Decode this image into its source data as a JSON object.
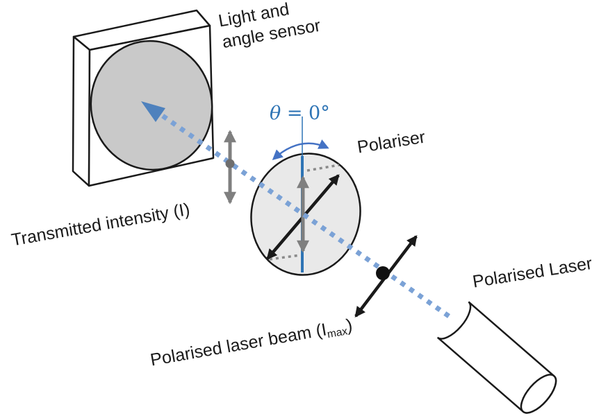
{
  "labels": {
    "sensor_line1": "Light and",
    "sensor_line2": "angle sensor",
    "transmitted_intensity": "Transmitted intensity (I)",
    "polariser": "Polariser",
    "theta": {
      "symbol": "θ",
      "rest": " = 0°"
    },
    "beam": {
      "prefix": "Polarised laser beam (I",
      "subscript": "max",
      "suffix": ")"
    },
    "laser": "Polarised Laser"
  },
  "colors": {
    "beam_dash_blue": "#7BA2D6",
    "beam_arrowhead_blue": "#4E81BD",
    "accent_blue": "#2E74B5",
    "arc_blue": "#4472C4",
    "gray_arrow": "#7F7F7F",
    "sensor_face_gray": "#C9C9C9",
    "polariser_face_gray": "#E9E9E9",
    "outline_black": "#1a1a1a"
  }
}
